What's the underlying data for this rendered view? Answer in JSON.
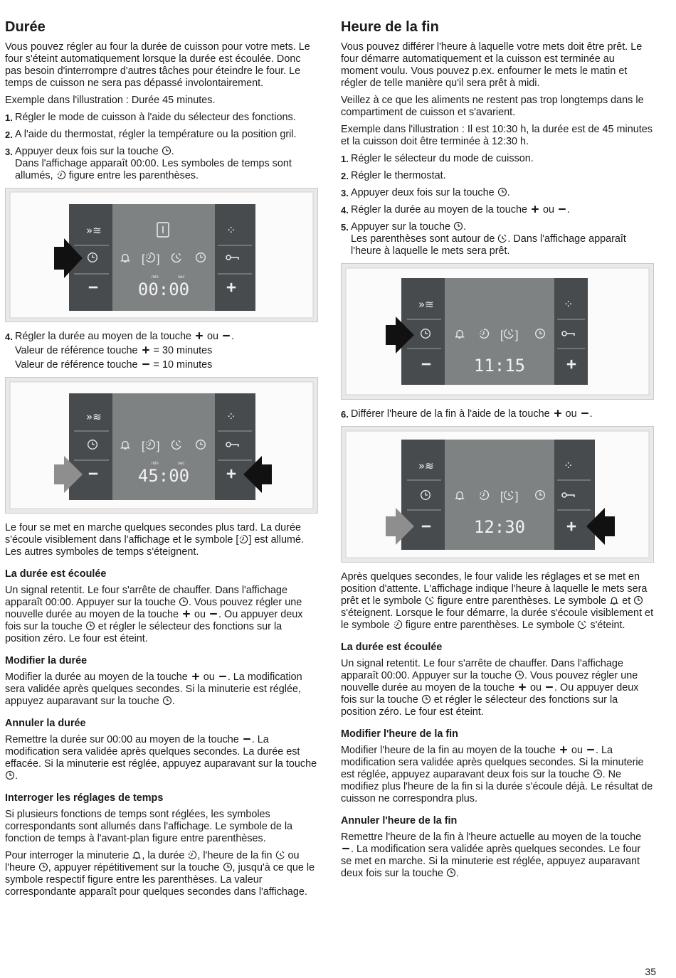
{
  "left": {
    "title": "Durée",
    "intro": "Vous pouvez régler au four la durée de cuisson pour votre mets. Le four s'éteint automatiquement lorsque la durée est écoulée. Donc pas besoin d'interrompre d'autres tâches pour éteindre le four. Le temps de cuisson ne sera pas dépassé involontairement.",
    "example": "Exemple dans l'illustration : Durée 45 minutes.",
    "step1_num": "1.",
    "step1": "Régler le mode de cuisson à l'aide du sélecteur des fonctions.",
    "step2_num": "2.",
    "step2": "A l'aide du thermostat, régler la température ou la position gril.",
    "step3_num": "3.",
    "step3_a": "Appuyer deux fois sur la touche",
    "step3_b": "Dans l'affichage apparaît 00:00. Les symboles de temps sont allumés,",
    "step3_c": "figure entre les parenthèses.",
    "display1": "00:00",
    "step4_num": "4.",
    "step4_a": "Régler la durée au moyen de la touche",
    "step4_ou": "ou",
    "step4_ref1": "Valeur de référence touche",
    "step4_ref1_val": "= 30 minutes",
    "step4_ref2": "Valeur de référence touche",
    "step4_ref2_val": "= 10 minutes",
    "display2": "45:00",
    "after": "Le four se met en marche quelques secondes plus tard. La durée s'écoule visiblement dans l'affichage et le symbole [",
    "after_b": "] est allumé. Les autres symboles de temps s'éteignent.",
    "h_ecoulee": "La durée est écoulée",
    "ecoulee_a": "Un signal retentit. Le four s'arrête de chauffer. Dans l'affichage apparaît 00:00. Appuyer sur la touche",
    "ecoulee_b": ". Vous pouvez régler une nouvelle durée au moyen de la touche",
    "ecoulee_c": "ou",
    "ecoulee_d": ". Ou appuyer deux fois sur la touche",
    "ecoulee_e": "et régler le sélecteur des fonctions sur la position zéro. Le four est éteint.",
    "h_modifier": "Modifier la durée",
    "modifier_a": "Modifier la durée au moyen de la touche",
    "modifier_b": "ou",
    "modifier_c": ". La modification sera validée après quelques secondes. Si la minuterie est réglée, appuyez auparavant sur la touche",
    "h_annuler": "Annuler la durée",
    "annuler_a": "Remettre la durée sur 00:00 au moyen de la touche",
    "annuler_b": ". La modification sera validée après quelques secondes. La durée est effacée. Si la minuterie est réglée, appuyez auparavant sur la touche",
    "h_interroger": "Interroger les réglages de temps",
    "interroger_1": "Si plusieurs fonctions de temps sont réglées, les symboles correspondants sont allumés dans l'affichage. Le symbole de la fonction de temps à l'avant-plan figure entre parenthèses.",
    "interroger_2a": "Pour interroger la minuterie",
    "interroger_2b": ", la durée",
    "interroger_2c": ", l'heure de la fin",
    "interroger_2d": "ou l'heure",
    "interroger_2e": ", appuyer répétitivement sur la touche",
    "interroger_2f": ", jusqu'à ce que le symbole respectif figure entre les parenthèses. La valeur correspondante apparaît pour quelques secondes dans l'affichage."
  },
  "right": {
    "title": "Heure de la fin",
    "intro": "Vous pouvez différer l'heure à laquelle votre mets doit être prêt. Le four démarre automatiquement et la cuisson est terminée au moment voulu. Vous pouvez p.ex. enfourner le mets le matin et régler de telle manière qu'il sera prêt à midi.",
    "note": "Veillez à ce que les aliments ne restent pas trop longtemps dans le compartiment de cuisson et s'avarient.",
    "example": "Exemple dans l'illustration : Il est 10:30 h, la durée est de 45 minutes et la cuisson doit être terminée à 12:30 h.",
    "step1_num": "1.",
    "step1": "Régler le sélecteur du mode de cuisson.",
    "step2_num": "2.",
    "step2": "Régler le thermostat.",
    "step3_num": "3.",
    "step3": "Appuyer deux fois sur la touche",
    "step4_num": "4.",
    "step4_a": "Régler la durée au moyen de la touche",
    "step4_ou": "ou",
    "step5_num": "5.",
    "step5_a": "Appuyer sur la touche",
    "step5_b": "Les parenthèses sont autour de",
    "step5_c": ". Dans l'affichage apparaît l'heure à laquelle le mets sera prêt.",
    "display1": "11:15",
    "step6_num": "6.",
    "step6_a": "Différer l'heure de la fin à l'aide de la touche",
    "step6_ou": "ou",
    "display2": "12:30",
    "after_a": "Après quelques secondes, le four valide les réglages et se met en position d'attente. L'affichage indique l'heure à laquelle le mets sera prêt et le symbole",
    "after_b": "figure entre parenthèses. Le symbole",
    "after_c": "et",
    "after_d": "s'éteignent. Lorsque le four démarre, la durée s'écoule visiblement et le symbole",
    "after_e": "figure entre parenthèses. Le symbole",
    "after_f": "s'éteint.",
    "h_ecoulee": "La durée est écoulée",
    "ecoulee_a": "Un signal retentit. Le four s'arrête de chauffer. Dans l'affichage apparaît 00:00. Appuyer sur la touche",
    "ecoulee_b": ". Vous pouvez régler une nouvelle durée au moyen de la touche",
    "ecoulee_c": "ou",
    "ecoulee_d": ". Ou appuyer deux fois sur la touche",
    "ecoulee_e": "et régler le sélecteur des fonctions sur la position zéro. Le four est éteint.",
    "h_modifier": "Modifier l'heure de la fin",
    "modifier_a": "Modifier l'heure de la fin au moyen de la touche",
    "modifier_b": "ou",
    "modifier_c": ". La modification sera validée après quelques secondes. Si la minuterie est réglée, appuyez auparavant deux fois sur la touche",
    "modifier_d": ". Ne modifiez plus l'heure de la fin si la durée s'écoule déjà. Le résultat de cuisson ne correspondra plus.",
    "h_annuler": "Annuler l'heure de la fin",
    "annuler_a": "Remettre l'heure de la fin à l'heure actuelle au moyen de la touche",
    "annuler_b": ". La modification sera validée après quelques secondes. Le four se met en marche. Si la minuterie est réglée, appuyez auparavant deux fois sur la touche"
  },
  "panel": {
    "min": "min",
    "sec": "sec",
    "heat": "»≋",
    "lock_dots": "⁘"
  },
  "period": ".",
  "page_number": "35"
}
